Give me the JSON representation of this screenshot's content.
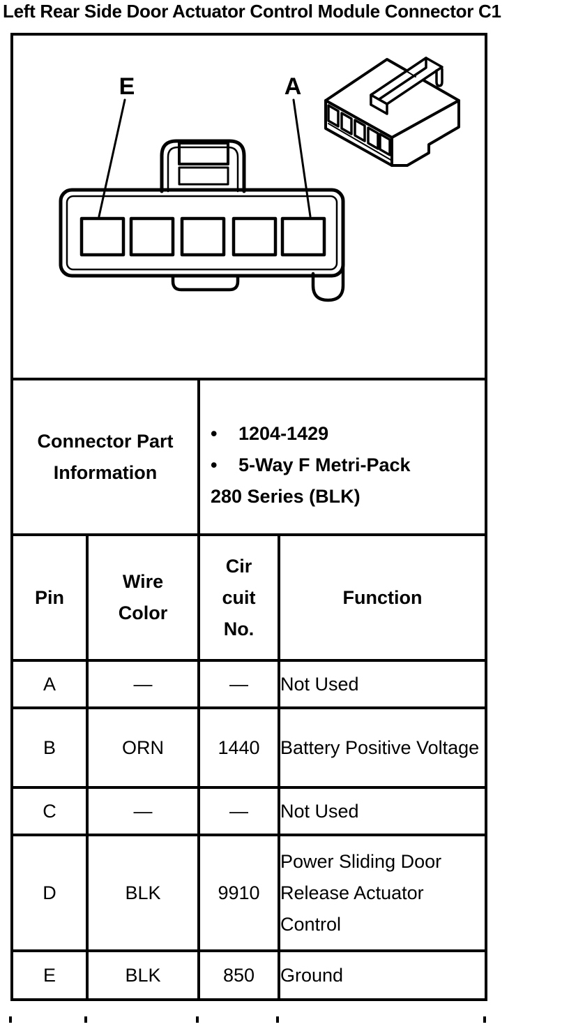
{
  "title": "Left Rear Side Door Actuator Control Module Connector C1",
  "diagram": {
    "label_e": "E",
    "label_a": "A"
  },
  "part_info": {
    "header": "Connector Part\nInformation",
    "bullet_glyph": "•",
    "bullets": [
      "1204-1429",
      "5-Way F Metri-Pack"
    ],
    "continuation": "280 Series (BLK)"
  },
  "table": {
    "headers": {
      "pin": "Pin",
      "wire_color": "Wire\nColor",
      "circuit_no": "Cir\ncuit\nNo.",
      "function": "Function"
    },
    "rows": [
      {
        "pin": "A",
        "wire_color": "—",
        "circuit_no": "—",
        "function": "Not Used"
      },
      {
        "pin": "B",
        "wire_color": "ORN",
        "circuit_no": "1440",
        "function": "Battery Positive Voltage"
      },
      {
        "pin": "C",
        "wire_color": "—",
        "circuit_no": "—",
        "function": "Not Used"
      },
      {
        "pin": "D",
        "wire_color": "BLK",
        "circuit_no": "9910",
        "function": "Power Sliding Door Release Actuator Control"
      },
      {
        "pin": "E",
        "wire_color": "BLK",
        "circuit_no": "850",
        "function": "Ground"
      }
    ]
  },
  "colors": {
    "ink": "#000000",
    "paper": "#ffffff"
  }
}
